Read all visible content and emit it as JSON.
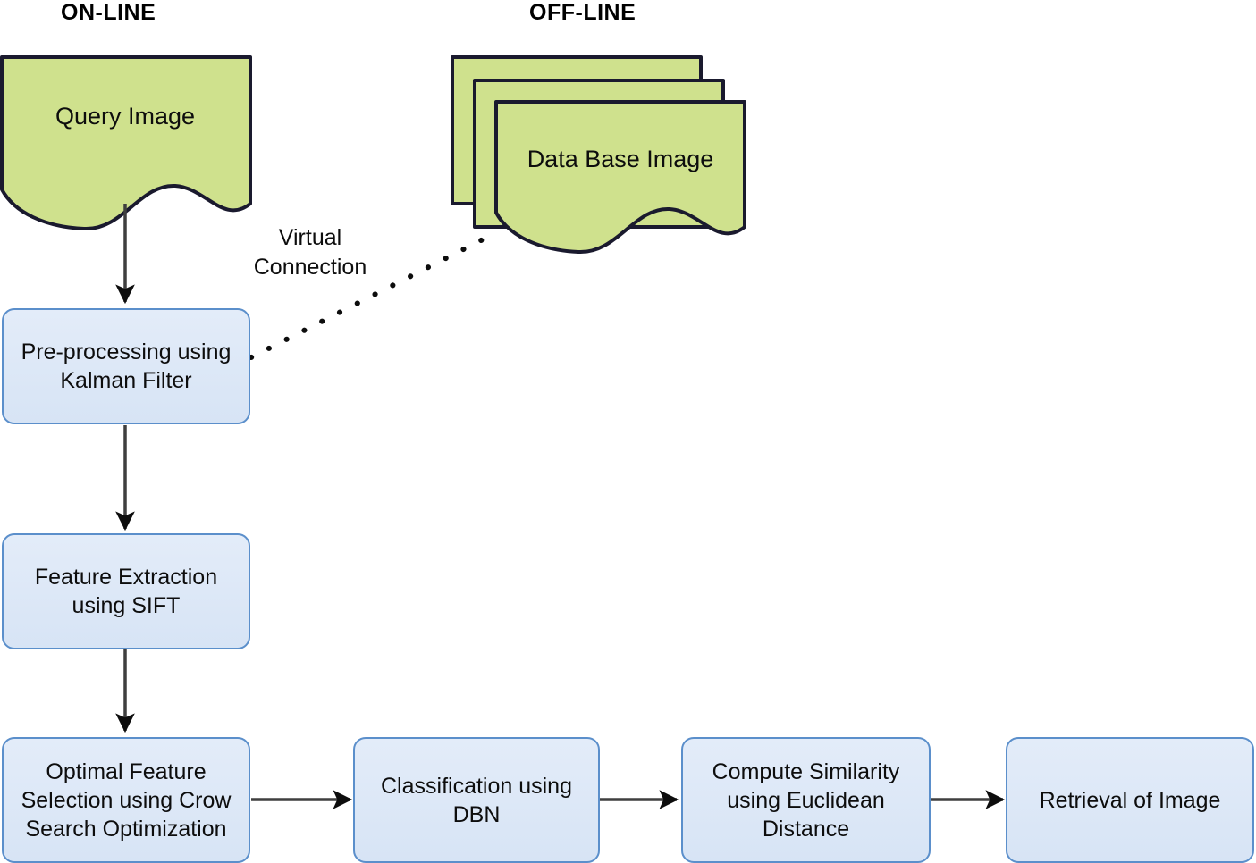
{
  "diagram": {
    "title_online": "ON-LINE",
    "title_offline": "OFF-LINE",
    "colors": {
      "document_fill": "#cfe18d",
      "document_stroke": "#1a1a2e",
      "process_fill": "#dce6f6",
      "process_stroke": "#5b8fcb",
      "connector": "#3f3f3f",
      "text": "#0d0d0d"
    },
    "documents": [
      {
        "id": "query-image",
        "label": "Query Image",
        "stacked": false
      },
      {
        "id": "data-base-image",
        "label": "Data Base Image",
        "stacked": true,
        "stack_count": 3
      }
    ],
    "processes": [
      {
        "id": "pre-processing",
        "label": "Pre-processing using\nKalman Filter"
      },
      {
        "id": "feature-extraction",
        "label": "Feature Extraction\nusing SIFT"
      },
      {
        "id": "optimal-feature-selection",
        "label": "Optimal Feature\nSelection using Crow\nSearch Optimization"
      },
      {
        "id": "classification",
        "label": "Classification using\nDBN"
      },
      {
        "id": "compute-similarity",
        "label": "Compute Similarity\nusing Euclidean\nDistance"
      },
      {
        "id": "retrieval",
        "label": "Retrieval of Image"
      }
    ],
    "edges": [
      {
        "id": "query-to-preprocessing",
        "from": "query-image",
        "to": "pre-processing",
        "style": "solid-arrow",
        "label": ""
      },
      {
        "id": "preprocessing-to-feature",
        "from": "pre-processing",
        "to": "feature-extraction",
        "style": "solid-arrow",
        "label": ""
      },
      {
        "id": "feature-to-optimal",
        "from": "feature-extraction",
        "to": "optimal-feature-selection",
        "style": "solid-arrow",
        "label": ""
      },
      {
        "id": "optimal-to-classification",
        "from": "optimal-feature-selection",
        "to": "classification",
        "style": "solid-arrow",
        "label": ""
      },
      {
        "id": "classification-to-similarity",
        "from": "classification",
        "to": "compute-similarity",
        "style": "solid-arrow",
        "label": ""
      },
      {
        "id": "similarity-to-retrieval",
        "from": "compute-similarity",
        "to": "retrieval",
        "style": "solid-arrow",
        "label": ""
      },
      {
        "id": "virtual-connection",
        "from": "pre-processing",
        "to": "data-base-image",
        "style": "dotted",
        "label": "Virtual\nConnection"
      }
    ]
  }
}
